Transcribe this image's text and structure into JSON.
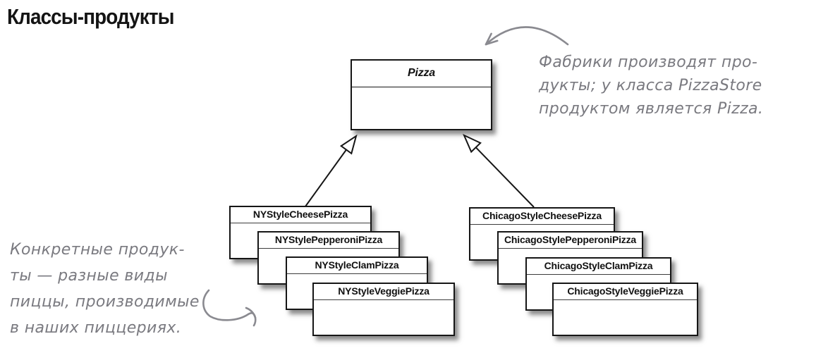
{
  "title": "Классы-продукты",
  "diagram": {
    "parent_class": "Pizza",
    "relationship": "inheritance",
    "ny_products": [
      "NYStyleCheesePizza",
      "NYStylePepperoniPizza",
      "NYStyleClamPizza",
      "NYStyleVeggiePizza"
    ],
    "chicago_products": [
      "ChicagoStyleCheesePizza",
      "ChicagoStylePepperoniPizza",
      "ChicagoStyleClamPizza",
      "ChicagoStyleVeggiePizza"
    ]
  },
  "annotations": {
    "factory_note": {
      "lines": [
        "Фабрики производят про-",
        "дукты; у класса PizzaStore",
        "продуктом является Pizza."
      ]
    },
    "products_note": {
      "lines": [
        "Конкретные продук-",
        "ты — разные виды",
        "пиццы, производимые",
        "в наших пиццериях."
      ]
    }
  },
  "colors": {
    "background": "#ffffff",
    "box_fill": "#ffffff",
    "box_border": "#161616",
    "text_black": "#111111",
    "annotation_gray": "#7a7a80"
  }
}
